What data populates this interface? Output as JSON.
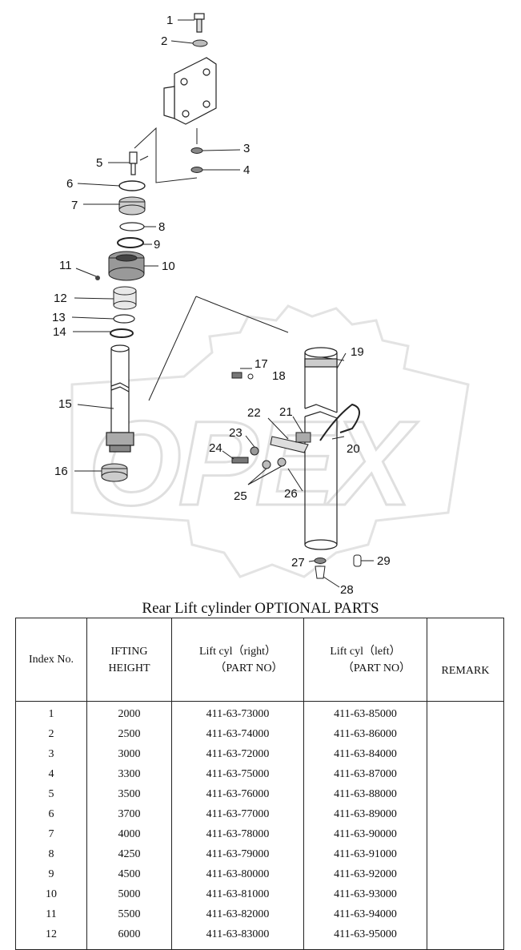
{
  "diagram": {
    "callouts": [
      "1",
      "2",
      "3",
      "4",
      "5",
      "6",
      "7",
      "8",
      "9",
      "10",
      "11",
      "12",
      "13",
      "14",
      "15",
      "16",
      "17",
      "18",
      "19",
      "20",
      "21",
      "22",
      "23",
      "24",
      "25",
      "26",
      "27",
      "28",
      "29"
    ],
    "watermark": "OPEX"
  },
  "table": {
    "title": "Rear Lift cylinder OPTIONAL PARTS",
    "headers": {
      "index": "Index No.",
      "height_line1": "IFTING",
      "height_line2": "HEIGHT",
      "right_line1": "Lift cyl（right）",
      "right_line2": "（PART NO）",
      "left_line1": "Lift cyl（left）",
      "left_line2": "（PART NO）",
      "remark": "REMARK"
    },
    "rows": [
      {
        "index": "1",
        "height": "2000",
        "right": "411-63-73000",
        "left": "411-63-85000",
        "remark": ""
      },
      {
        "index": "2",
        "height": "2500",
        "right": "411-63-74000",
        "left": "411-63-86000",
        "remark": ""
      },
      {
        "index": "3",
        "height": "3000",
        "right": "411-63-72000",
        "left": "411-63-84000",
        "remark": ""
      },
      {
        "index": "4",
        "height": "3300",
        "right": "411-63-75000",
        "left": "411-63-87000",
        "remark": ""
      },
      {
        "index": "5",
        "height": "3500",
        "right": "411-63-76000",
        "left": "411-63-88000",
        "remark": ""
      },
      {
        "index": "6",
        "height": "3700",
        "right": "411-63-77000",
        "left": "411-63-89000",
        "remark": ""
      },
      {
        "index": "7",
        "height": "4000",
        "right": "411-63-78000",
        "left": "411-63-90000",
        "remark": ""
      },
      {
        "index": "8",
        "height": "4250",
        "right": "411-63-79000",
        "left": "411-63-91000",
        "remark": ""
      },
      {
        "index": "9",
        "height": "4500",
        "right": "411-63-80000",
        "left": "411-63-92000",
        "remark": ""
      },
      {
        "index": "10",
        "height": "5000",
        "right": "411-63-81000",
        "left": "411-63-93000",
        "remark": ""
      },
      {
        "index": "11",
        "height": "5500",
        "right": "411-63-82000",
        "left": "411-63-94000",
        "remark": ""
      },
      {
        "index": "12",
        "height": "6000",
        "right": "411-63-83000",
        "left": "411-63-95000",
        "remark": ""
      }
    ]
  }
}
